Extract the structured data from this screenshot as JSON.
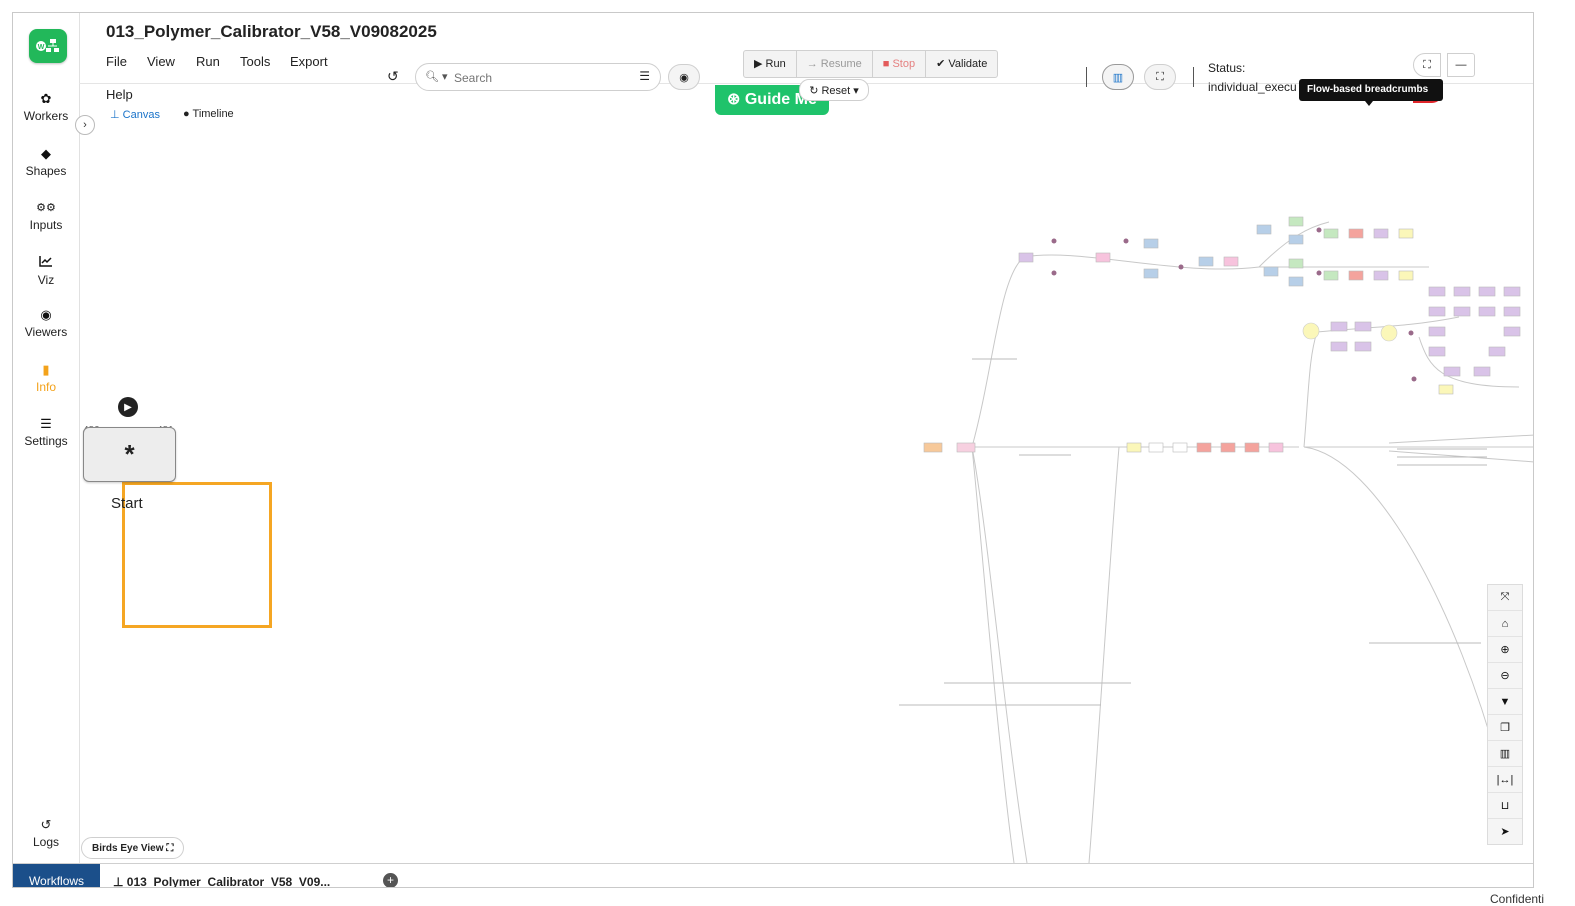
{
  "app": {
    "title": "013_Polymer_Calibrator_V58_V09082025",
    "logo_text": "W"
  },
  "menu": {
    "items": [
      "File",
      "View",
      "Run",
      "Tools",
      "Export"
    ],
    "help": "Help"
  },
  "view_tabs": [
    {
      "label": "Canvas",
      "icon": "sitemap-icon",
      "color": "#1a73c9",
      "active": true
    },
    {
      "label": "Timeline",
      "icon": "clock-icon",
      "active": false
    }
  ],
  "sidebar": {
    "items": [
      {
        "label": "Workers",
        "icon": "gear-icon"
      },
      {
        "label": "Shapes",
        "icon": "diamond-icon"
      },
      {
        "label": "Inputs",
        "icon": "cogs-icon"
      },
      {
        "label": "Viz",
        "icon": "line-chart-icon"
      },
      {
        "label": "Viewers",
        "icon": "eye-icon"
      },
      {
        "label": "Info",
        "icon": "file-icon",
        "active": true
      },
      {
        "label": "Settings",
        "icon": "sliders-icon"
      }
    ],
    "logs_label": "Logs",
    "active_color": "#f3a21b"
  },
  "search": {
    "placeholder": "Search"
  },
  "toolbar": {
    "run": "Run",
    "resume": "Resume",
    "stop": "Stop",
    "validate": "Validate",
    "reset": "Reset",
    "guide": "Guide Me"
  },
  "status": {
    "label": "Status:",
    "value": "individual_execu",
    "tooltip": "Flow-based breadcrumbs"
  },
  "start_node": {
    "label": "Start",
    "symbol": "*",
    "left_port": "480",
    "right_port": "481",
    "selection_color": "#f5a623"
  },
  "canvas_tools": [
    "compress-icon",
    "home-icon",
    "zoom-in-icon",
    "zoom-out-icon",
    "filter-icon",
    "images-icon",
    "bar-chart-icon",
    "fit-width-icon",
    "basket-icon",
    "pointer-icon"
  ],
  "birds_eye": "Birds Eye View",
  "bottom": {
    "workflows": "Workflows",
    "doc_tab": "013_Polymer_Calibrator_V58_V09...",
    "add": "+"
  },
  "footer": {
    "confidential": "Confidenti"
  },
  "colors": {
    "accent_green": "#1fc36b",
    "workflows_blue": "#1b4f8a",
    "stop_red": "#e35b5b"
  }
}
